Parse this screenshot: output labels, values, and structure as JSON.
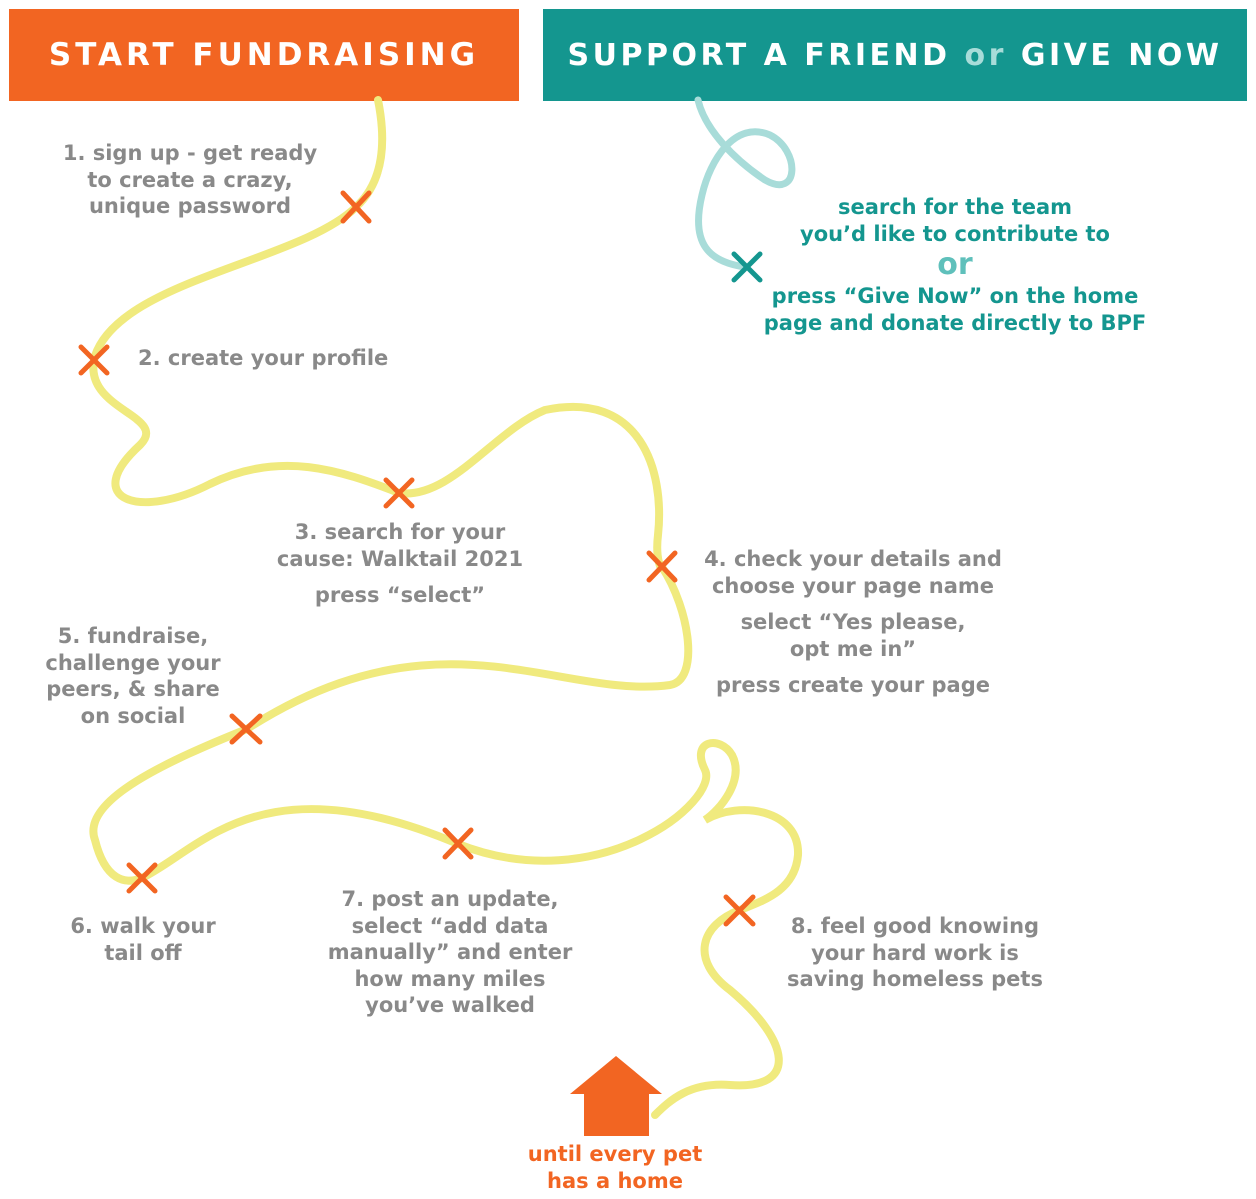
{
  "banners": {
    "start": "START FUNDRAISING",
    "support_pre": "SUPPORT A FRIEND",
    "support_or": "or",
    "support_post": "GIVE NOW"
  },
  "colors": {
    "orange": "#f26522",
    "teal": "#14968f",
    "light_teal": "#a8dcd9",
    "path_yellow": "#f0ea7e",
    "gray_text": "#898989"
  },
  "steps": {
    "s1": [
      "1. sign up - get ready",
      "to create a crazy,",
      "unique password"
    ],
    "s2": [
      "2. create your profile"
    ],
    "s3": [
      "3. search for your",
      "cause: Walktail 2021"
    ],
    "s3b": "press “select”",
    "s4": [
      "4. check your details and",
      "choose your page name"
    ],
    "s4b": [
      "select “Yes please,",
      "opt me in”"
    ],
    "s4c": "press create your page",
    "s5": [
      "5. fundraise,",
      "challenge your",
      "peers, & share",
      "on social"
    ],
    "s6": [
      "6. walk your",
      "tail off"
    ],
    "s7": [
      "7. post an update,",
      "select “add data",
      "manually” and enter",
      "how many miles",
      "you’ve walked"
    ],
    "s8": [
      "8. feel good knowing",
      "your hard work is",
      "saving homeless pets"
    ]
  },
  "support": {
    "line1": "search for the team",
    "line2": "you’d like to contribute to",
    "or": "or",
    "line3": "press “Give Now” on the home",
    "line4": "page and donate directly to BPF"
  },
  "final": [
    "until every pet",
    "has a home"
  ],
  "icons": {
    "markers": "x-marker-icon",
    "home": "house-icon"
  }
}
